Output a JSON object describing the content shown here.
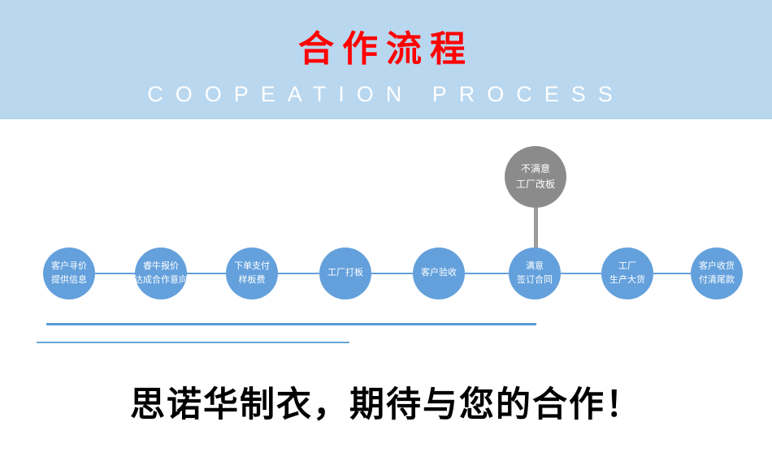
{
  "banner": {
    "title": "合作流程",
    "subtitle": "COOPEATION PROCESS"
  },
  "colors": {
    "banner_bg": "#b9d7ee",
    "title_red": "#fe0000",
    "circle_blue": "#63a0dc",
    "branch_gray": "#8b8b8b",
    "line_blue": "#5b9bd5"
  },
  "flow": {
    "steps": [
      {
        "line1": "客户寻价",
        "line2": "提供信息"
      },
      {
        "line1": "睿牛报价",
        "line2": "达成合作意向"
      },
      {
        "line1": "下单支付",
        "line2": "样板费"
      },
      {
        "line1": "工厂打板",
        "line2": ""
      },
      {
        "line1": "客户验收",
        "line2": ""
      },
      {
        "line1": "满意",
        "line2": "签订合同"
      },
      {
        "line1": "工厂",
        "line2": "生产大货"
      },
      {
        "line1": "客户收货",
        "line2": "付清尾款"
      }
    ],
    "branch": {
      "line1": "不满意",
      "line2": "工厂改板"
    }
  },
  "footer": {
    "slogan": "思诺华制衣，期待与您的合作！"
  }
}
